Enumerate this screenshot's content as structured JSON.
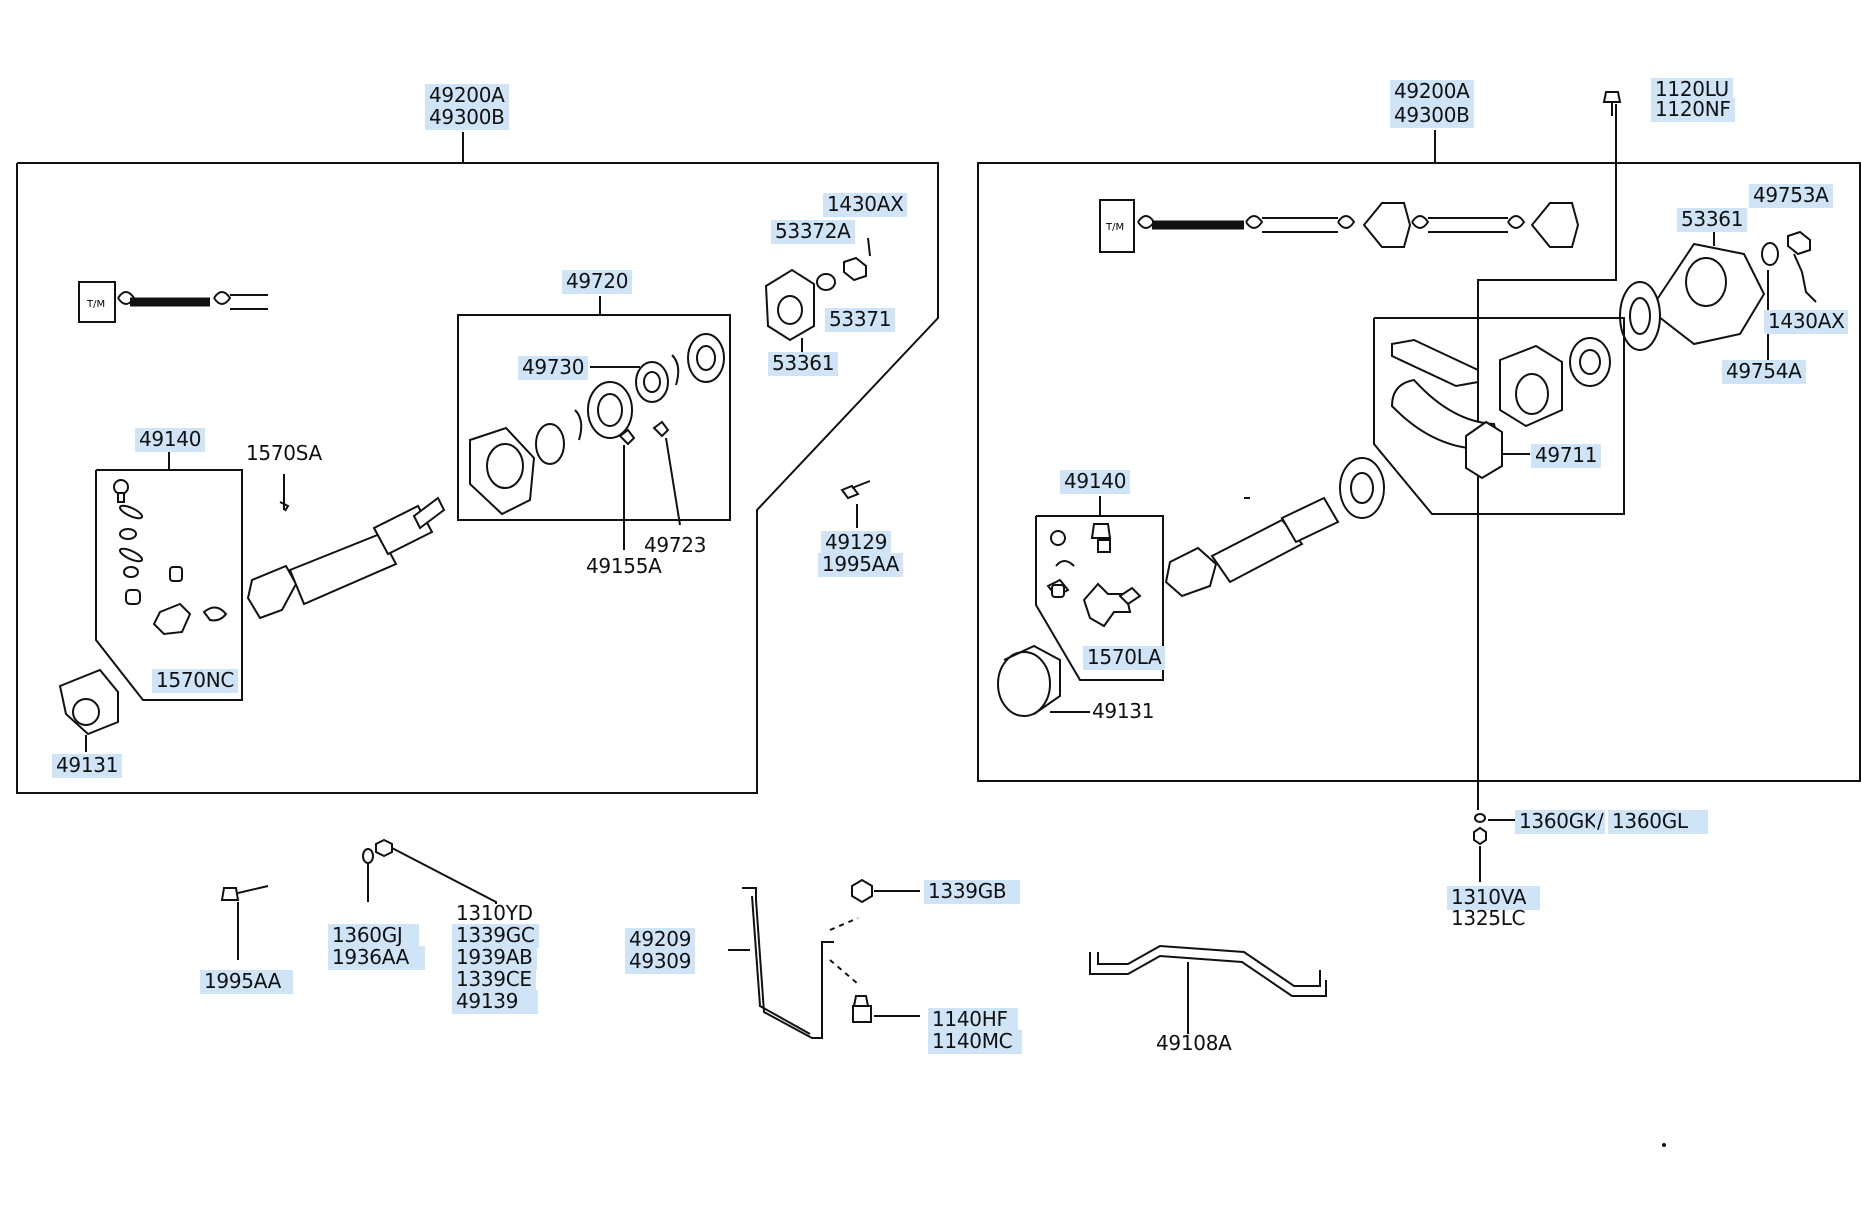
{
  "left_assembly": {
    "header_label_1": "49200A",
    "header_label_2": "49300B",
    "inset_49720": "49720",
    "part_49730": "49730",
    "part_49723": "49723",
    "part_49155A": "49155A",
    "part_1430AX": "1430AX",
    "part_53372A": "53372A",
    "part_53371": "53371",
    "part_53361": "53361",
    "inset_49140": "49140",
    "part_1570SA": "1570SA",
    "part_1570NC": "1570NC",
    "part_49131": "49131",
    "part_49129": "49129",
    "part_1995AA": "1995AA",
    "tm_box": "T/M"
  },
  "right_assembly": {
    "header_label_1": "49200A",
    "header_label_2": "49300B",
    "part_1120LU": "1120LU",
    "part_1120NF": "1120NF",
    "part_53361": "53361",
    "part_49753A": "49753A",
    "part_1430AX": "1430AX",
    "part_49754A": "49754A",
    "part_49711": "49711",
    "inset_49140": "49140",
    "part_1570LA": "1570LA",
    "part_49131": "49131",
    "part_1360GK": "1360GK",
    "slash": "/",
    "part_1360GL": "1360GL",
    "part_1310VA": "1310VA",
    "part_1325LC": "1325LC",
    "tm_box": "T/M"
  },
  "loose_parts": {
    "bolt_1995AA": "1995AA",
    "part_1360GJ": "1360GJ",
    "part_1936AA": "1936AA",
    "part_1310YD": "1310YD",
    "part_1339GC": "1339GC",
    "part_1939AB": "1939AB",
    "part_1339CE": "1339CE",
    "part_49139": "49139",
    "part_49209": "49209",
    "part_49309": "49309",
    "part_1339GB": "1339GB",
    "part_1140HF": "1140HF",
    "part_1140MC": "1140MC",
    "part_49108A": "49108A"
  },
  "colors": {
    "highlight": "#cfe4f7",
    "line": "#111111"
  }
}
